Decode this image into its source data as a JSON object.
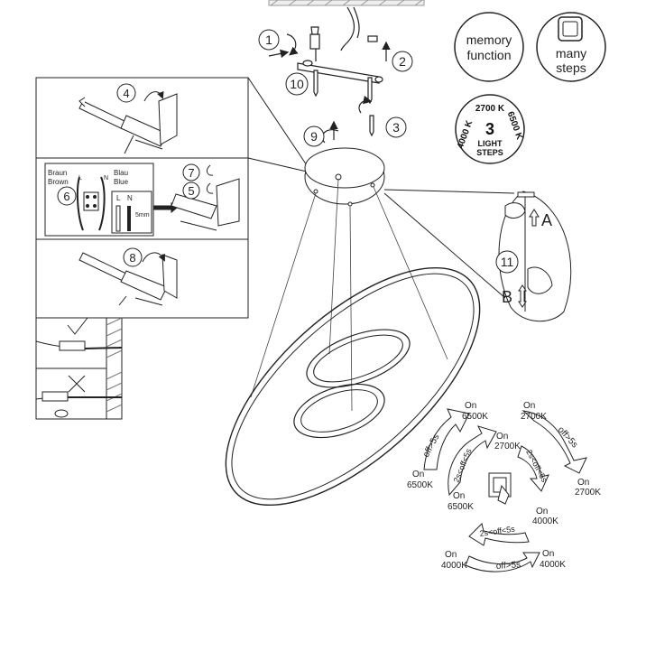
{
  "badges": {
    "memory": [
      "memory",
      "function"
    ],
    "steps": [
      "many",
      "steps"
    ],
    "light": {
      "top": "2700 K",
      "left": "4000 K",
      "right": "6500 K",
      "count": "3",
      "line1": "LIGHT",
      "line2": "STEPS"
    }
  },
  "steps": {
    "s1": "1",
    "s2": "2",
    "s3": "3",
    "s4": "4",
    "s5": "5",
    "s6": "6",
    "s7": "7",
    "s8": "8",
    "s9": "9",
    "s10": "10",
    "s11": "11"
  },
  "wiring": {
    "braun": "Braun",
    "brown": "Brown",
    "blau": "Blau",
    "blue": "Blue",
    "L": "L",
    "N": "N",
    "N2": "N",
    "L2": "L",
    "mm": "5mm"
  },
  "pull": {
    "A": "A",
    "B": "B"
  },
  "cycle": {
    "on1": "On",
    "v1": "6500K",
    "on2": "On",
    "v2": "2700K",
    "on3": "On",
    "v3": "6500K",
    "on4": "On",
    "v4": "2700K",
    "on5": "On",
    "v5": "6500K",
    "on6": "On",
    "v6": "2700K",
    "on7": "On",
    "v7": "4000K",
    "on8": "On",
    "v8": "4000K",
    "on9": "On",
    "v9": "4000K",
    "arr_off1": "off>5s",
    "arr_off2": "off>5s",
    "arr_off3": "off>5s",
    "arr_2s1": "2s<off<5s",
    "arr_2s2": "2s<off<5s",
    "arr_2s3": "2s<off<5s"
  }
}
